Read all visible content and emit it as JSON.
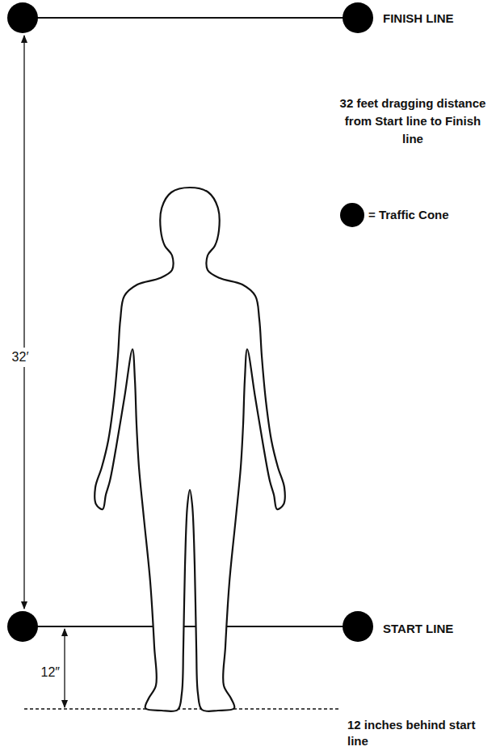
{
  "diagram": {
    "labels": [
      "FINISH LINE",
      "32 feet dragging distance from Start line to Finish line",
      "32′",
      "START LINE",
      "12″",
      "12 inches behind start line"
    ],
    "legend": [
      {
        "text": "= Traffic Cone"
      }
    ]
  }
}
